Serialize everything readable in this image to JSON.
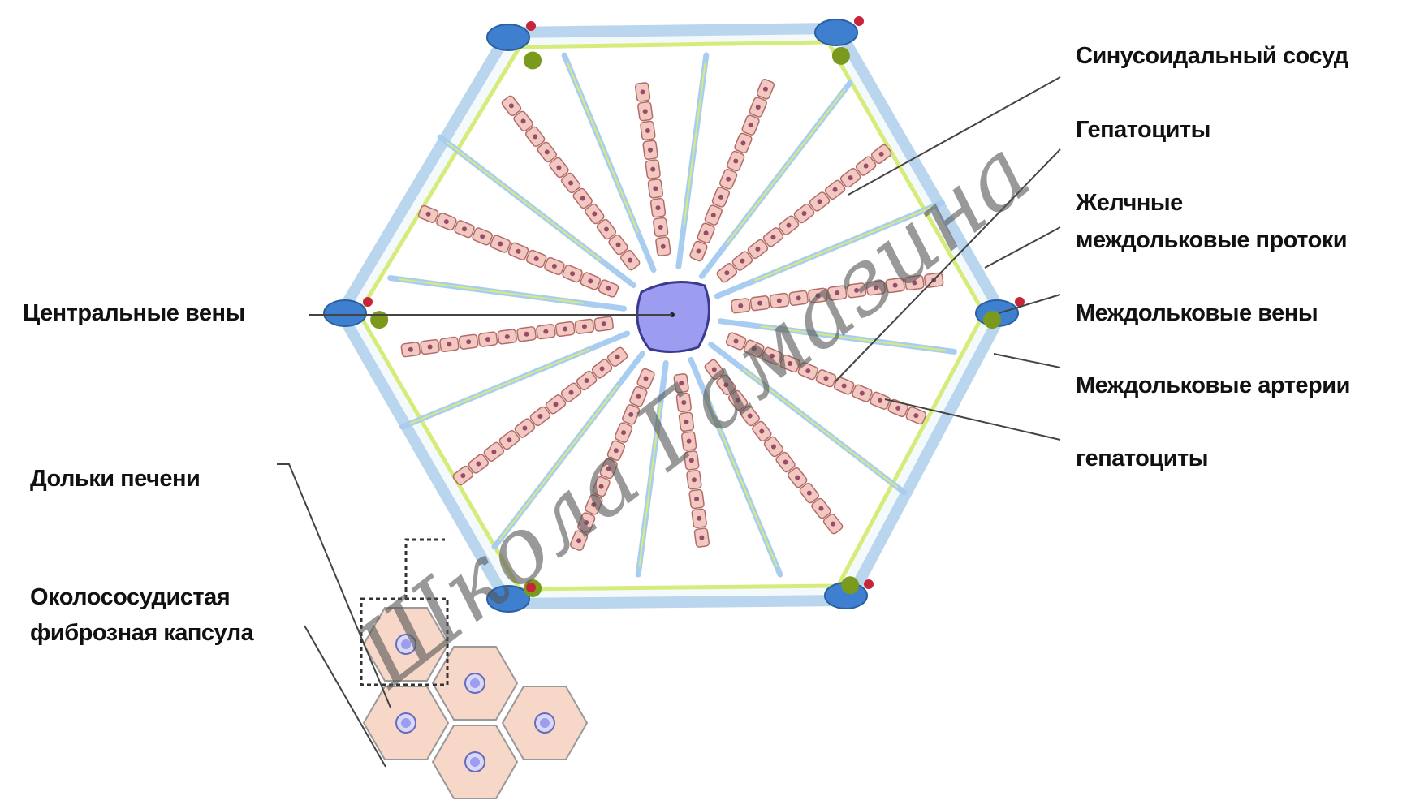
{
  "labels": {
    "sinusoid": "Синусоидальный сосуд",
    "hepatocytes_top": "Гепатоциты",
    "bile_line1": "Желчные",
    "bile_line2": "междольковые протоки",
    "interlobular_veins": "Междольковые вены",
    "interlobular_arteries": "Междольковые артерии",
    "hepatocytes_bottom": "гепатоциты",
    "central_veins": "Центральные вены",
    "liver_lobules": "Дольки печени",
    "capsule_line1": "Околососудистая",
    "capsule_line2": "фиброзная капсула"
  },
  "watermark": "Школа Гамазина",
  "colors": {
    "vein": "#3f7fcf",
    "central_vein": "#9c9cf0",
    "bile_duct": "#7a9a1e",
    "artery": "#c8243a",
    "sinusoid": "#a9cdf0",
    "connective": "#d6ec7a",
    "hepatocyte": "#f2c9c0",
    "lobule": "#f6d7c8"
  }
}
